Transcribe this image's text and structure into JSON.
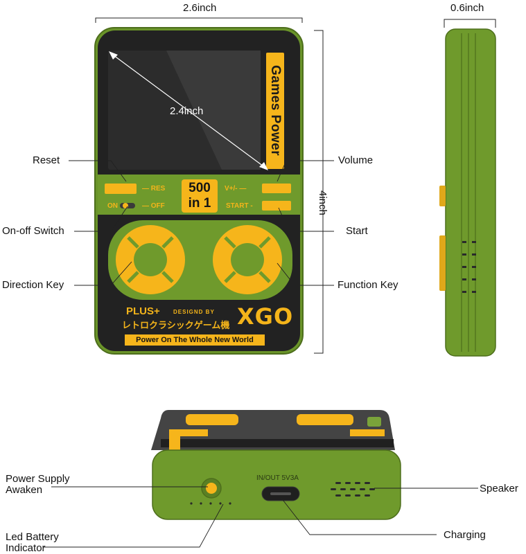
{
  "dimensions": {
    "width": "2.6inch",
    "height": "4inch",
    "depth": "0.6inch",
    "screen_diagonal": "2.4inch"
  },
  "device": {
    "side_text": "Games Power",
    "res_label": "— RES",
    "off_label": "— OFF",
    "on_label": "ON",
    "volume_label": "V+/- —",
    "start_label": "START -",
    "badge_line1": "500",
    "badge_line2": "in 1",
    "plus_text": "PLUS+",
    "designed_text": "DESIGND BY",
    "japanese_text": "レトロクラシックゲーム機",
    "brand": "XGO",
    "slogan": "Power On The Whole New World",
    "port_label": "IN/OUT 5V3A"
  },
  "callouts": {
    "reset": "Reset",
    "on_off": "On-off Switch",
    "direction": "Direction Key",
    "volume": "Volume",
    "start": "Start",
    "function": "Function Key",
    "power_line1": "Power Supply",
    "power_line2": "Awaken",
    "led_line1": "Led Battery",
    "led_line2": "Indicator",
    "speaker": "Speaker",
    "charging": "Charging"
  },
  "colors": {
    "body_green": "#6f9a2c",
    "screen_black": "#1f1f1f",
    "accent_yellow": "#f6b51b"
  }
}
